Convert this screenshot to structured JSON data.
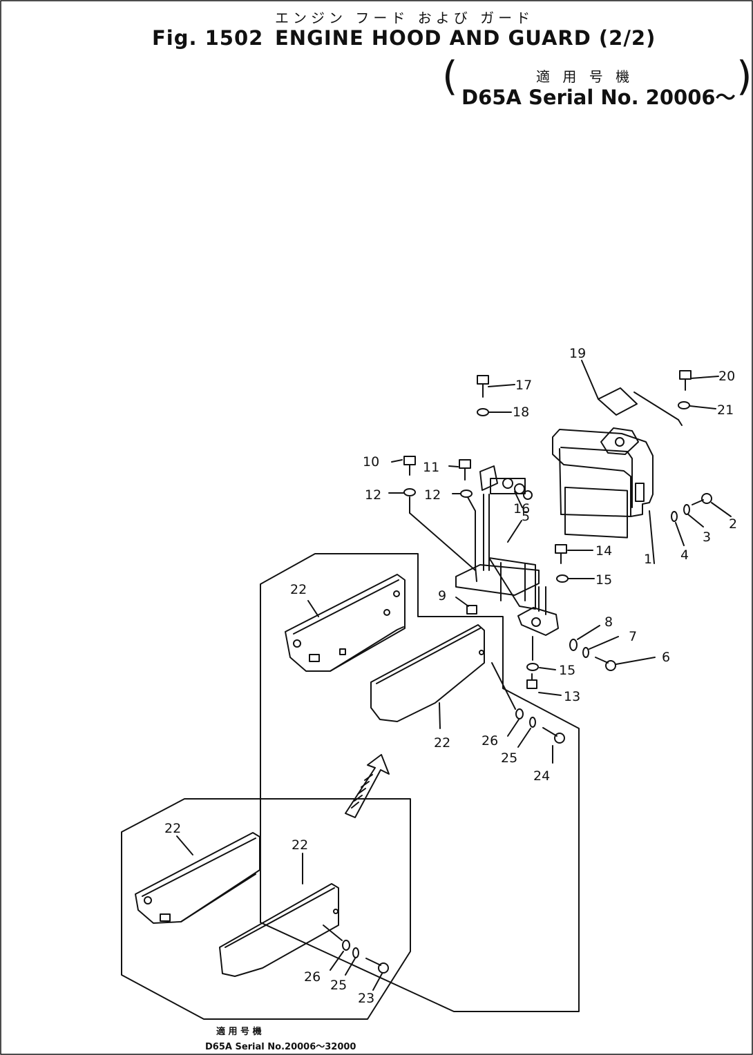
{
  "header": {
    "japanese_title": "エンジン フード および ガード",
    "figure_label": "Fig. 1502",
    "title": "ENGINE HOOD AND GUARD (2/2)",
    "applicable_jp": "適 用 号 機",
    "serial": "D65A Serial No. 20006～"
  },
  "inset_note": {
    "applicable_jp": "適 用 号 機",
    "serial": "D65A Serial No.20006～32000"
  },
  "callouts": {
    "c1": "1",
    "c2": "2",
    "c3": "3",
    "c4": "4",
    "c5": "5",
    "c6": "6",
    "c7": "7",
    "c8": "8",
    "c9": "9",
    "c10": "10",
    "c11": "11",
    "c12a": "12",
    "c12b": "12",
    "c13": "13",
    "c14": "14",
    "c15a": "15",
    "c15b": "15",
    "c16": "16",
    "c17": "17",
    "c18": "18",
    "c19": "19",
    "c20": "20",
    "c21": "21",
    "c22a": "22",
    "c22b": "22",
    "c22c": "22",
    "c22d": "22",
    "c23": "23",
    "c24": "24",
    "c25a": "25",
    "c25b": "25",
    "c26a": "26",
    "c26b": "26"
  }
}
